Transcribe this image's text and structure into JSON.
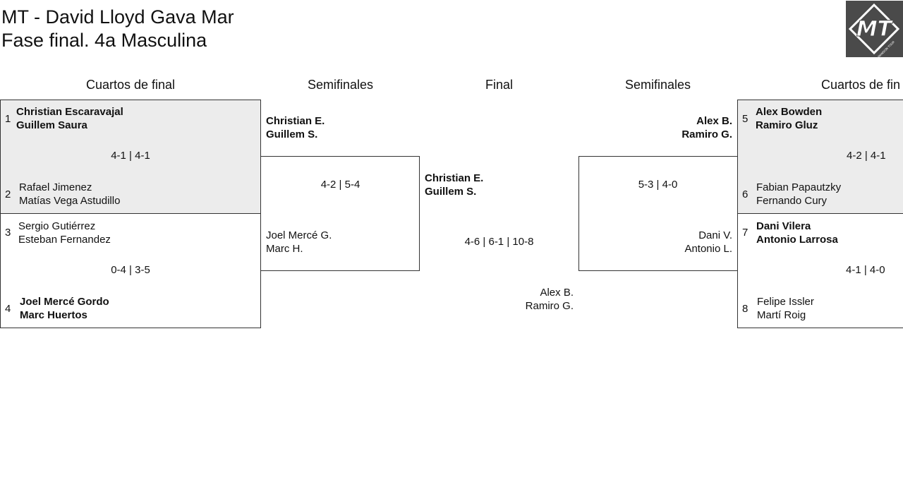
{
  "title": {
    "line1": "MT - David Lloyd Gava Mar",
    "line2": "Fase final. 4a Masculina"
  },
  "logo": {
    "text": "MT",
    "subtext": "MANSION TOUR"
  },
  "rounds": {
    "quarters_left": "Cuartos de final",
    "semis_left": "Semifinales",
    "final": "Final",
    "semis_right": "Semifinales",
    "quarters_right": "Cuartos de fin"
  },
  "quarters": [
    {
      "score": "4-1 | 4-1",
      "top": {
        "seed": "1",
        "p1": "Christian Escaravajal",
        "p2": "Guillem Saura",
        "winner": true
      },
      "bottom": {
        "seed": "2",
        "p1": "Rafael Jimenez",
        "p2": "Matías Vega Astudillo",
        "winner": false
      }
    },
    {
      "score": "0-4 | 3-5",
      "top": {
        "seed": "3",
        "p1": "Sergio Gutiérrez",
        "p2": "Esteban Fernandez",
        "winner": false
      },
      "bottom": {
        "seed": "4",
        "p1": "Joel Mercé Gordo",
        "p2": "Marc Huertos",
        "winner": true
      }
    },
    {
      "score": "4-2 | 4-1",
      "top": {
        "seed": "5",
        "p1": "Alex Bowden",
        "p2": "Ramiro Gluz",
        "winner": true
      },
      "bottom": {
        "seed": "6",
        "p1": "Fabian Papautzky",
        "p2": "Fernando Cury",
        "winner": false
      }
    },
    {
      "score": "4-1 | 4-0",
      "top": {
        "seed": "7",
        "p1": "Dani Vilera",
        "p2": "Antonio Larrosa",
        "winner": true
      },
      "bottom": {
        "seed": "8",
        "p1": "Felipe Issler",
        "p2": "Martí Roig",
        "winner": false
      }
    }
  ],
  "semis": [
    {
      "score": "4-2 | 5-4",
      "top": {
        "p1": "Christian E.",
        "p2": "Guillem S.",
        "winner": true
      },
      "bottom": {
        "p1": "Joel Mercé G.",
        "p2": "Marc H.",
        "winner": false
      }
    },
    {
      "score": "5-3 | 4-0",
      "top": {
        "p1": "Alex B.",
        "p2": "Ramiro G.",
        "winner": true
      },
      "bottom": {
        "p1": "Dani V.",
        "p2": "Antonio L.",
        "winner": false
      }
    }
  ],
  "final": {
    "score": "4-6 | 6-1 | 10-8",
    "top": {
      "p1": "Christian E.",
      "p2": "Guillem S.",
      "winner": true
    },
    "bottom": {
      "p1": "Alex B.",
      "p2": "Ramiro G.",
      "winner": false
    }
  }
}
